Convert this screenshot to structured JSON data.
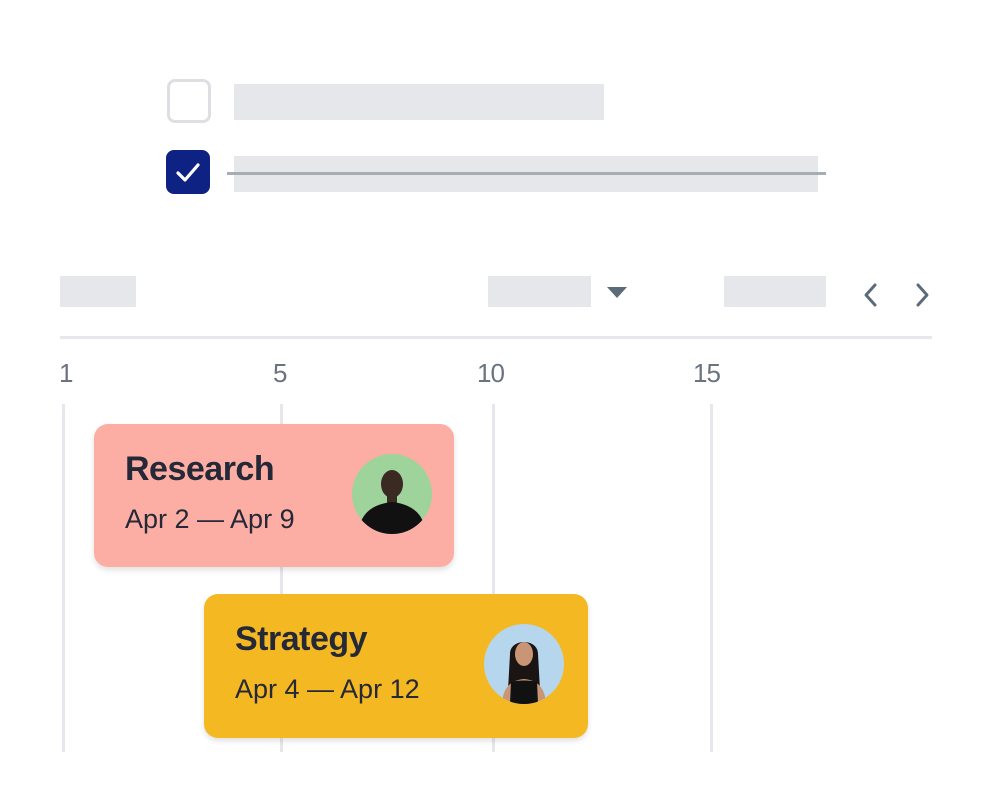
{
  "checklist": {
    "items": [
      {
        "checked": false,
        "completed": false
      },
      {
        "checked": true,
        "completed": true
      }
    ],
    "colors": {
      "checked_bg": "#0e2284",
      "unchecked_border": "#dedfe2",
      "strike": "#a7aeb3"
    }
  },
  "timeline_header": {
    "dropdown_icon": "caret-down-icon",
    "prev_icon": "chevron-left-icon",
    "next_icon": "chevron-right-icon"
  },
  "timeline": {
    "ticks": [
      {
        "label": "1"
      },
      {
        "label": "5"
      },
      {
        "label": "10"
      },
      {
        "label": "15"
      }
    ],
    "tasks": [
      {
        "title": "Research",
        "dates": "Apr 2 — Apr 9",
        "color": "#fcaea4",
        "avatar_bg": "#9fd39c",
        "assignee_icon": "person-avatar"
      },
      {
        "title": "Strategy",
        "dates": "Apr 4 — Apr 12",
        "color": "#f4b823",
        "avatar_bg": "#b6d6ed",
        "assignee_icon": "person-avatar"
      }
    ]
  }
}
